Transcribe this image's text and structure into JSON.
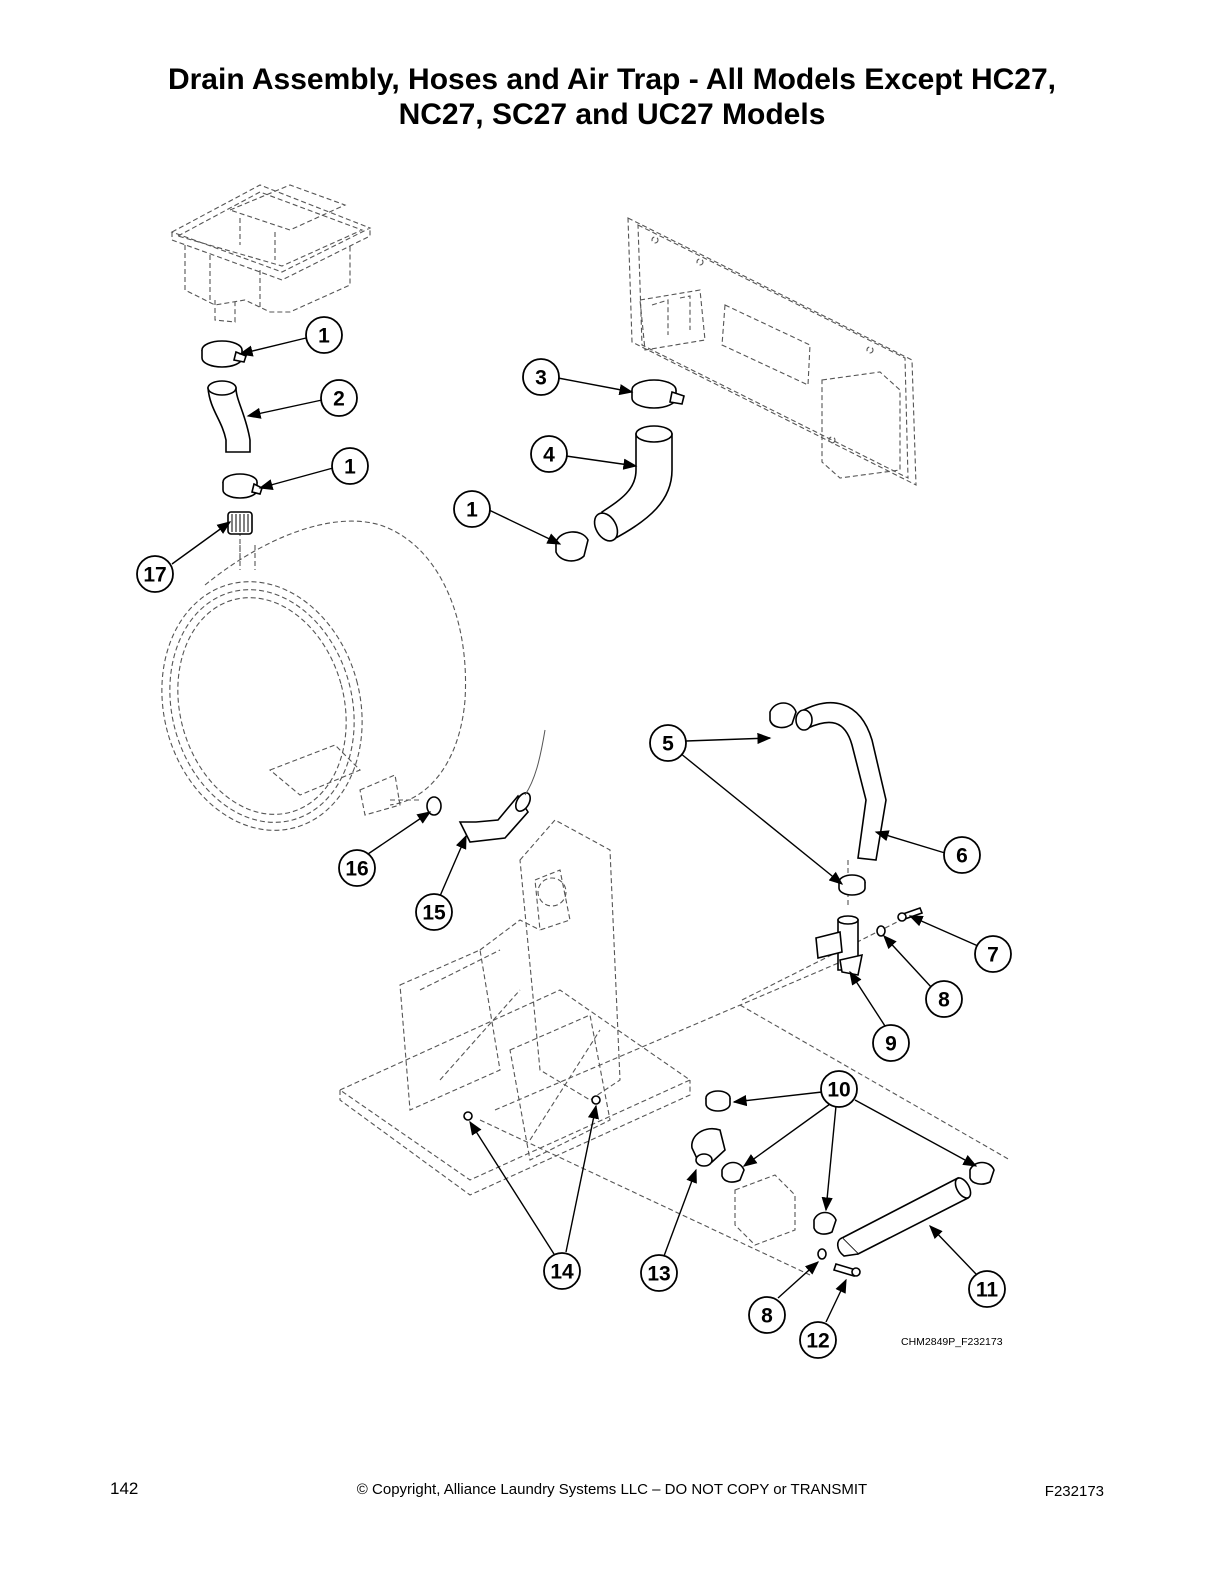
{
  "page": {
    "title_line1": "Drain Assembly, Hoses and Air Trap - All Models Except HC27,",
    "title_line2": "NC27, SC27 and UC27 Models",
    "drawing_number": "CHM2849P_F232173",
    "page_number": "142",
    "copyright": "© Copyright, Alliance Laundry Systems LLC – DO NOT COPY or TRANSMIT",
    "figure_code": "F232173"
  },
  "callouts": [
    {
      "id": "c1a",
      "label": "1"
    },
    {
      "id": "c2",
      "label": "2"
    },
    {
      "id": "c1b",
      "label": "1"
    },
    {
      "id": "c17",
      "label": "17"
    },
    {
      "id": "c3",
      "label": "3"
    },
    {
      "id": "c4",
      "label": "4"
    },
    {
      "id": "c1c",
      "label": "1"
    },
    {
      "id": "c5",
      "label": "5"
    },
    {
      "id": "c6",
      "label": "6"
    },
    {
      "id": "c7",
      "label": "7"
    },
    {
      "id": "c8a",
      "label": "8"
    },
    {
      "id": "c9",
      "label": "9"
    },
    {
      "id": "c16",
      "label": "16"
    },
    {
      "id": "c15",
      "label": "15"
    },
    {
      "id": "c10",
      "label": "10"
    },
    {
      "id": "c14",
      "label": "14"
    },
    {
      "id": "c13",
      "label": "13"
    },
    {
      "id": "c11",
      "label": "11"
    },
    {
      "id": "c8b",
      "label": "8"
    },
    {
      "id": "c12",
      "label": "12"
    }
  ]
}
